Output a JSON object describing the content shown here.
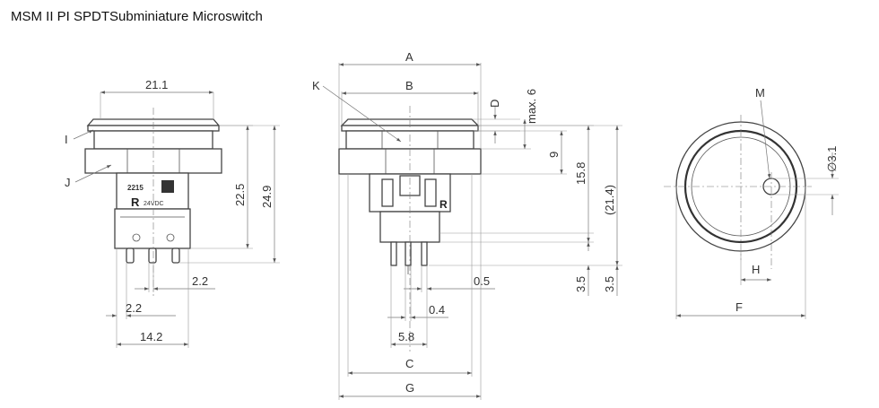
{
  "title": "MSM II PI SPDTSubminiature Microswitch",
  "side_view": {
    "dim_top_width": "21.1",
    "dim_height_a": "22.5",
    "dim_height_b": "24.9",
    "dim_pin_offset": "2.2",
    "dim_pin_pitch": "2.2",
    "dim_pin_span": "14.2",
    "label_i": "I",
    "label_j": "J",
    "marking_code": "2215",
    "marking_r": "R",
    "marking_voltage": "24VDC"
  },
  "front_view": {
    "dim_a": "A",
    "dim_b": "B",
    "dim_c": "C",
    "dim_d": "D",
    "dim_g": "G",
    "label_k": "K",
    "dim_max6": "max. 6",
    "dim_9": "9",
    "dim_15_8": "15.8",
    "dim_21_4": "(21.4)",
    "dim_3_5_a": "3.5",
    "dim_3_5_b": "3.5",
    "dim_0_5": "0.5",
    "dim_0_4": "0.4",
    "dim_5_8": "5.8",
    "marking_r": "R"
  },
  "top_view": {
    "label_m": "M",
    "dim_f": "F",
    "dim_h": "H",
    "dim_dia": "∅3.1"
  }
}
